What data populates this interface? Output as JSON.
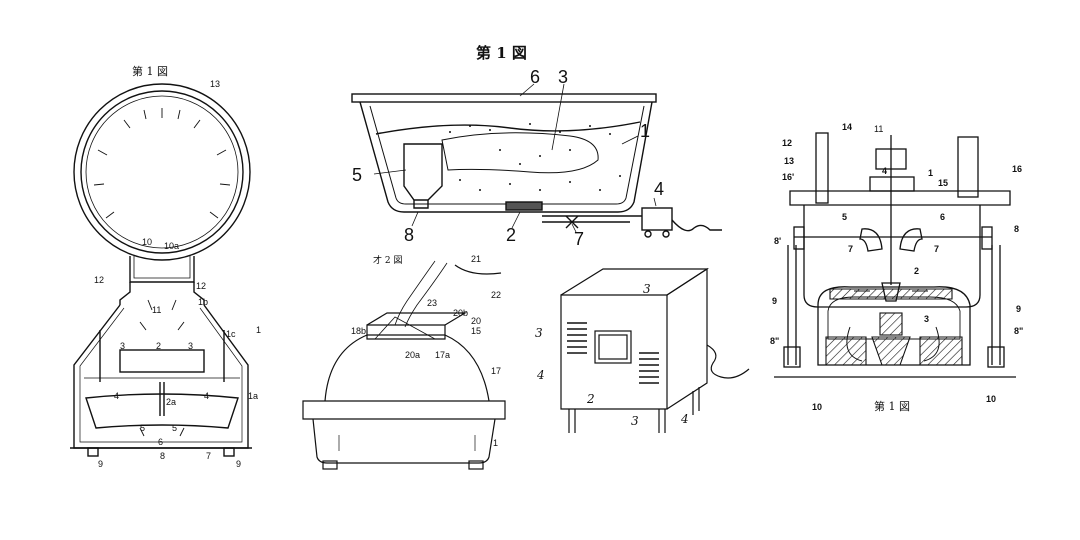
{
  "figures": [
    {
      "id": "fig-dryer-hood",
      "title": "第 1 図",
      "labels": [
        "13",
        "10",
        "10a",
        "12",
        "12",
        "1b",
        "11",
        "1c",
        "1",
        "3",
        "3",
        "2",
        "1a",
        "4",
        "4",
        "2a",
        "5",
        "5",
        "6",
        "8",
        "7",
        "9",
        "9"
      ]
    },
    {
      "id": "fig-bathtub",
      "title": "第 1 図",
      "labels": [
        "6",
        "3",
        "1",
        "5",
        "4",
        "8",
        "2",
        "7"
      ]
    },
    {
      "id": "fig-container",
      "title": "才 2 図",
      "labels": [
        "21",
        "22",
        "23",
        "20b",
        "20",
        "15",
        "20a",
        "17a",
        "18b",
        "17",
        "1"
      ]
    },
    {
      "id": "fig-cabinet",
      "title": "",
      "labels": [
        "3",
        "3",
        "2",
        "3",
        "4",
        "4"
      ]
    },
    {
      "id": "fig-machine",
      "title": "第 1 図",
      "labels": [
        "14",
        "11",
        "12",
        "13",
        "16'",
        "16",
        "4",
        "1",
        "15",
        "5",
        "6",
        "8'",
        "8",
        "7",
        "7",
        "2",
        "9",
        "9",
        "3",
        "8\"",
        "8\"",
        "10",
        "10"
      ]
    }
  ]
}
